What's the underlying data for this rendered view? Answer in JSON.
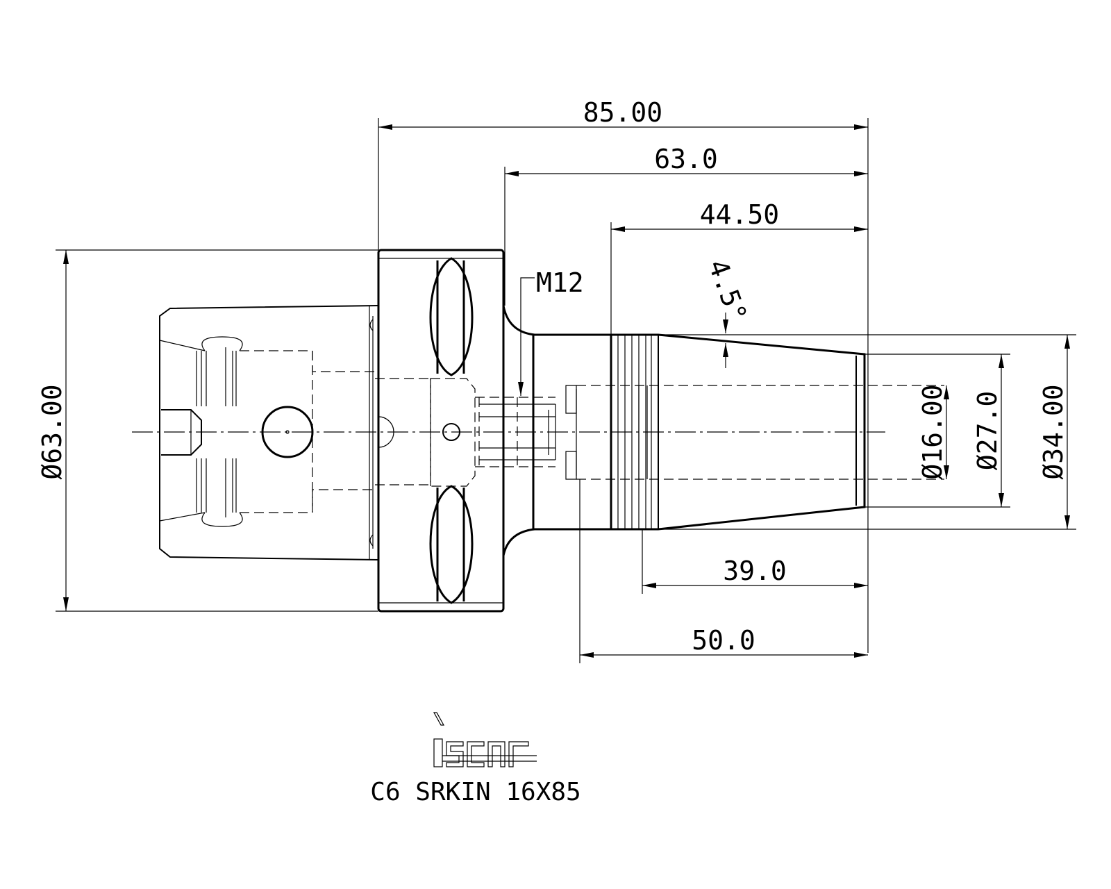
{
  "drawing": {
    "part_number": "C6 SRKIN 16X85",
    "brand": "iscar",
    "dimensions": {
      "overall_length": "85.00",
      "shank_length": "63.0",
      "taper_length": "44.50",
      "taper_angle": "4.5°",
      "thread": "M12",
      "bore_diameter": "Ø16.00",
      "tip_diameter": "Ø27.0",
      "taper_base_diameter": "Ø34.00",
      "flange_diameter": "Ø63.00",
      "length_39": "39.0",
      "length_50": "50.0"
    }
  }
}
